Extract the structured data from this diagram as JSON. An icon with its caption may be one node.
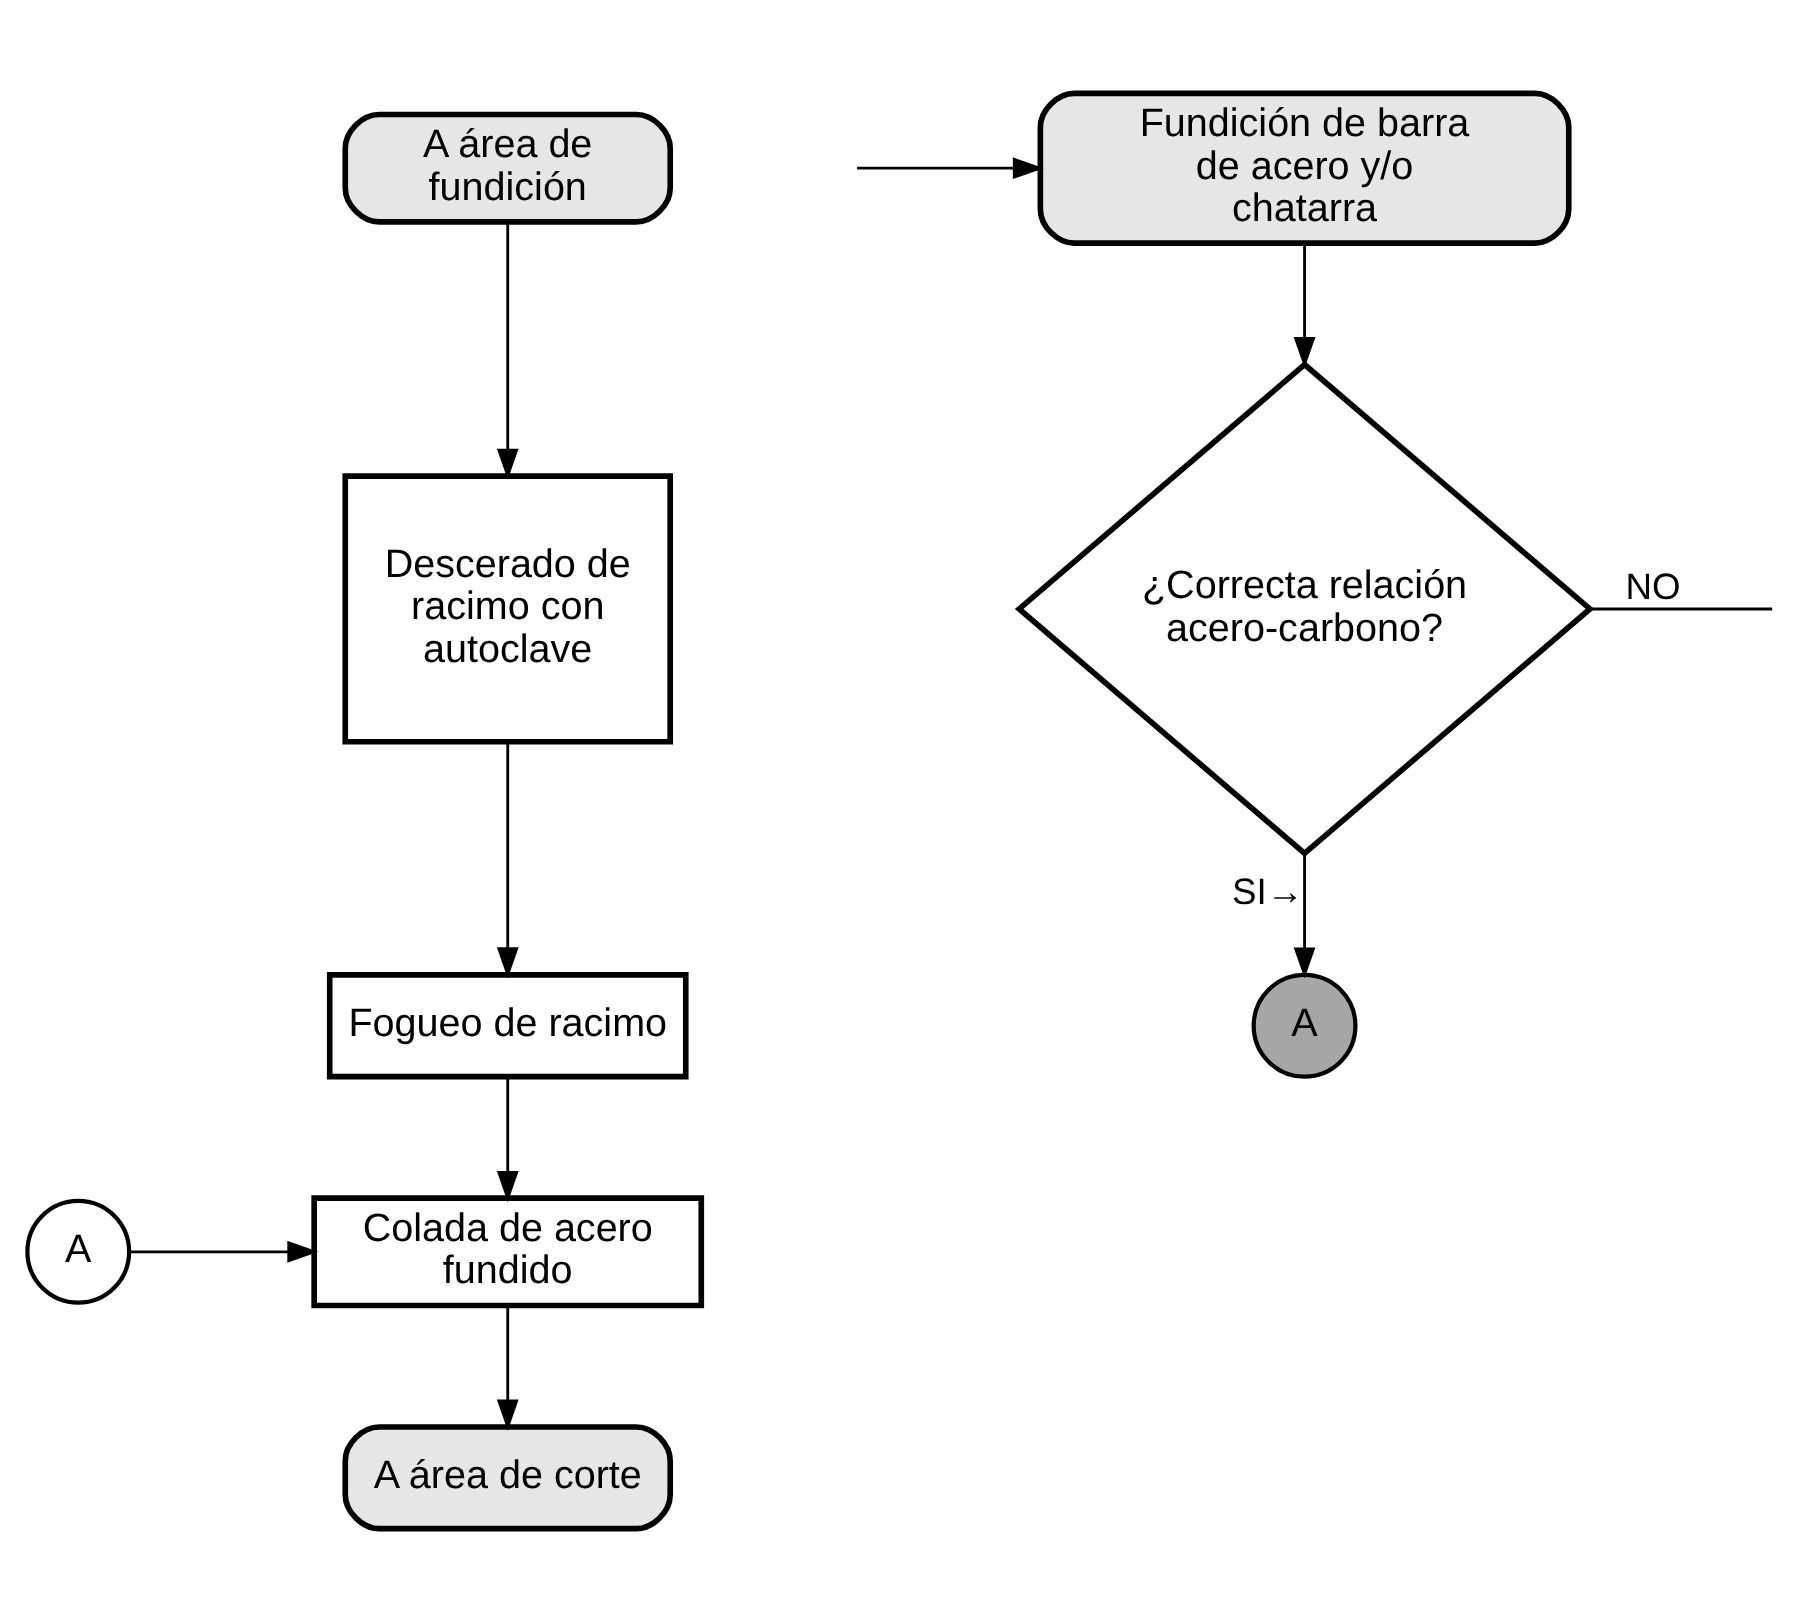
{
  "diagram": {
    "nodes": [
      {
        "text": [
          "A área de fundición"
        ]
      },
      {
        "text": [
          "Descerado de racimo con autoclave"
        ]
      },
      {
        "text": [
          "Fogueo de racimo"
        ]
      },
      {
        "text": [
          "Colada de acero fundido"
        ]
      },
      {
        "text": [
          "A"
        ]
      },
      {
        "text": [
          "A área de corte"
        ]
      },
      {
        "text": [
          "Fundición de barra de acero y/o chatarra"
        ]
      },
      {
        "text": [
          "¿Correcta relación acero-carbono?"
        ]
      },
      {
        "text": [
          "A"
        ]
      }
    ],
    "edges": [
      {
        "from": 0,
        "to": 1,
        "arrow": "to"
      },
      {
        "from": 1,
        "to": 2,
        "arrow": "to"
      },
      {
        "from": 2,
        "to": 3,
        "arrow": "to"
      },
      {
        "from": 4,
        "to": 3,
        "arrow": "to"
      },
      {
        "from": 3,
        "to": 5,
        "arrow": "to"
      },
      {
        "from": null,
        "to": 6,
        "arrow": "to"
      },
      {
        "from": 6,
        "to": 7,
        "arrow": "to"
      },
      {
        "from": 7,
        "to": null,
        "label": "NO",
        "arrow": "none"
      },
      {
        "from": 7,
        "to": 8,
        "label": "SI→",
        "arrow": "to"
      }
    ]
  }
}
